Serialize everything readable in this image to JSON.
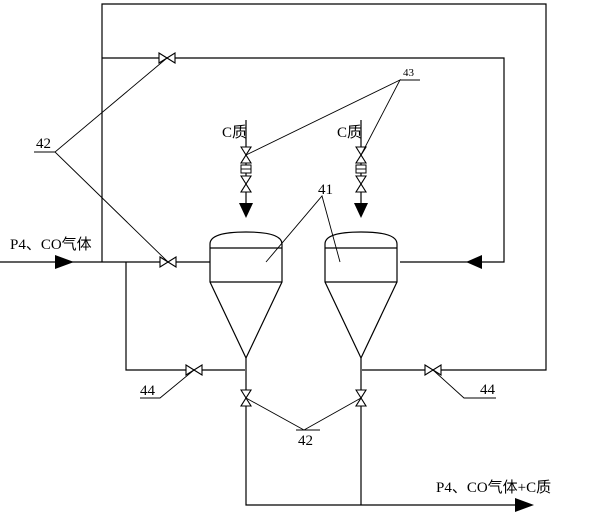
{
  "labels": {
    "inlet": "P4、CO气体",
    "outlet": "P4、CO气体+C质",
    "feed_left": "C质",
    "feed_right": "C质",
    "ref_42_left": "42",
    "ref_42_bottom": "42",
    "ref_41": "41",
    "ref_43": "43",
    "ref_44_left": "44",
    "ref_44_right": "44"
  }
}
